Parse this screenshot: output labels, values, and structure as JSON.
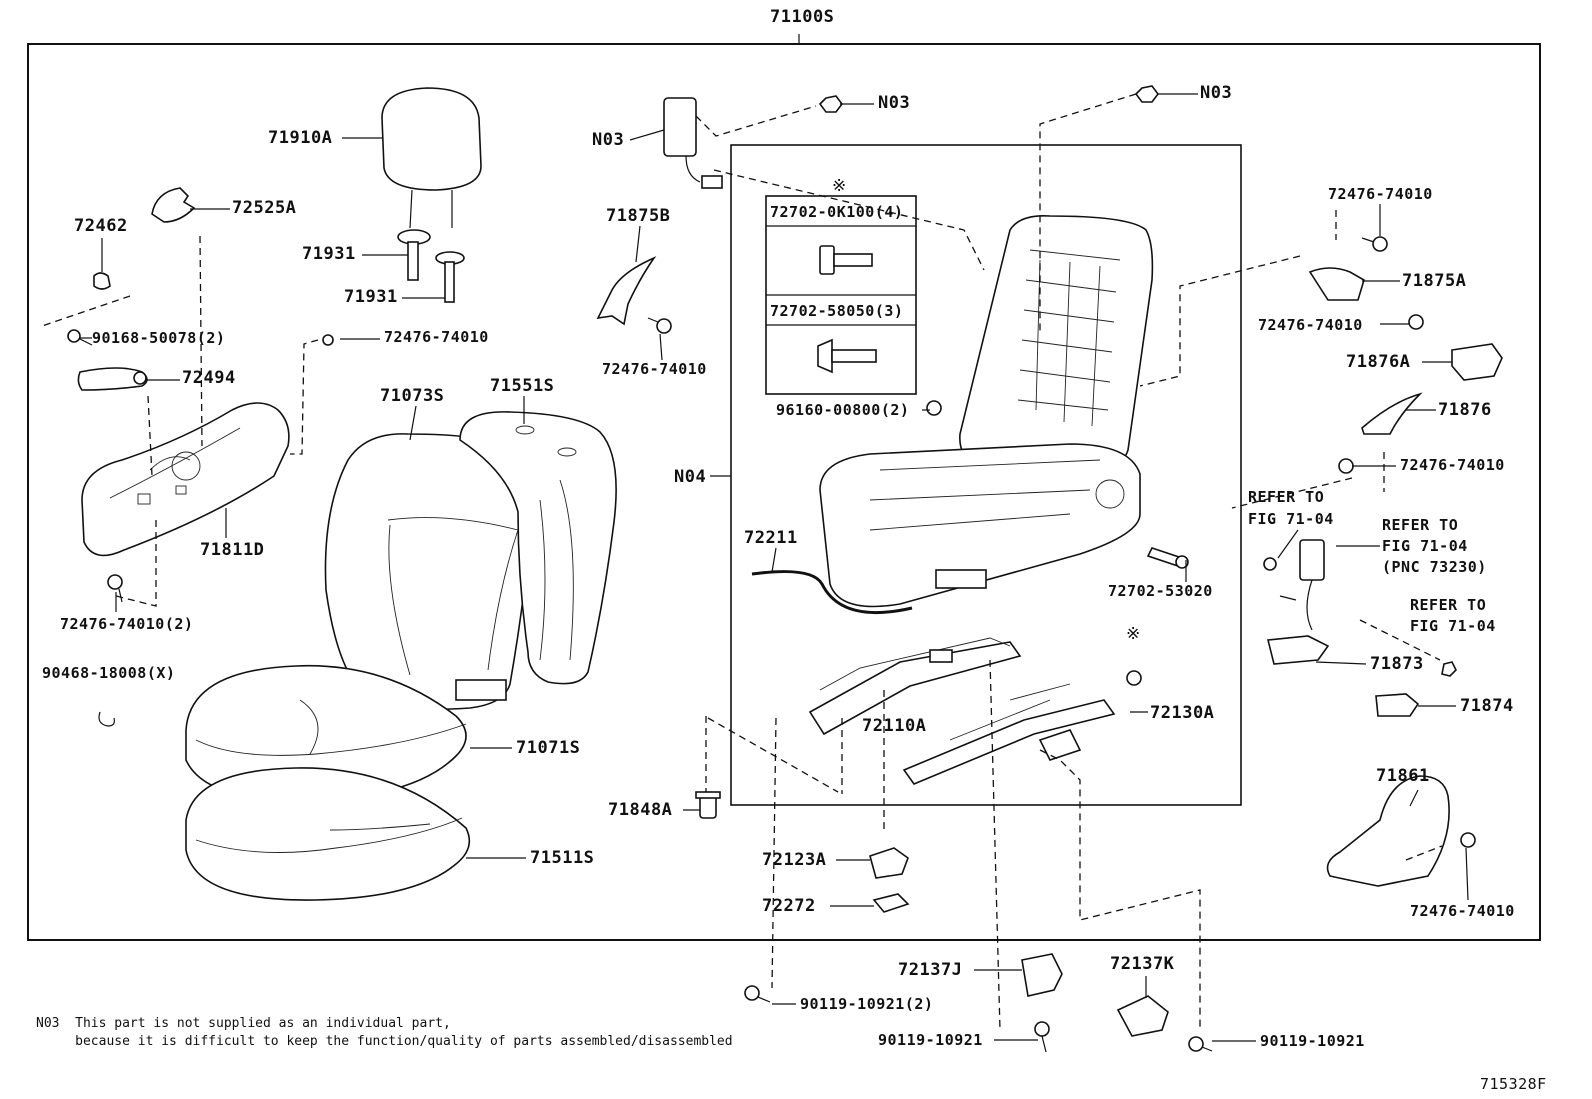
{
  "title": "71100S",
  "figure_id": "715328F",
  "callouts": {
    "c71910A": "71910A",
    "c72525A": "72525A",
    "c72462": "72462",
    "c71931a": "71931",
    "c71931b": "71931",
    "c90168": "90168-50078(2)",
    "c72476_a": "72476-74010",
    "c72494": "72494",
    "c71073S": "71073S",
    "c71551S": "71551S",
    "c71811D": "71811D",
    "c72476_b": "72476-74010(2)",
    "c90468": "90468-18008(X)",
    "c71071S": "71071S",
    "c71511S": "71511S",
    "c71848A": "71848A",
    "cN03a": "N03",
    "cN03b": "N03",
    "cN03c": "N03",
    "cN04": "N04",
    "c71875B": "71875B",
    "c72476_c": "72476-74010",
    "c72702_k": "72702-0K100(4)",
    "c72702_58": "72702-58050(3)",
    "mark1": "※",
    "mark2": "※",
    "c96160": "96160-00800(2)",
    "c72211": "72211",
    "c72702_53": "72702-53020",
    "c72110A": "72110A",
    "c72130A": "72130A",
    "c72123A": "72123A",
    "c72272": "72272",
    "c72476_d": "72476-74010",
    "c71875A": "71875A",
    "c72476_e": "72476-74010",
    "c71876A": "71876A",
    "c71876": "71876",
    "c72476_f": "72476-74010",
    "ref1a": "REFER TO",
    "ref1b": "FIG 71-04",
    "ref2a": "REFER TO",
    "ref2b": "FIG 71-04",
    "ref2c": "(PNC 73230)",
    "ref3a": "REFER TO",
    "ref3b": "FIG 71-04",
    "c71873": "71873",
    "c71874": "71874",
    "c71861": "71861",
    "c72476_g": "72476-74010",
    "c72137J": "72137J",
    "c72137K": "72137K",
    "c90119_a": "90119-10921(2)",
    "c90119_b": "90119-10921",
    "c90119_c": "90119-10921"
  },
  "footnote": {
    "line1": "N03  This part is not supplied as an individual part,",
    "line2": "     because it is difficult to keep the function/quality of parts assembled/disassembled"
  }
}
